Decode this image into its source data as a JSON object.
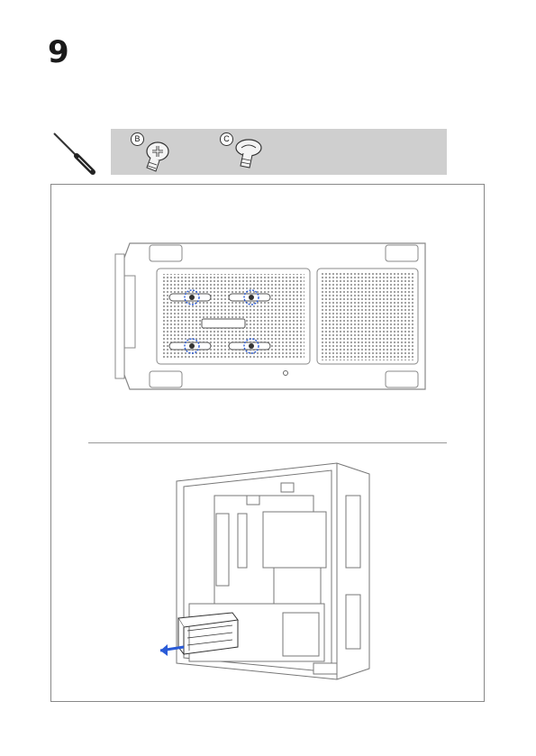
{
  "step": {
    "number": "9"
  },
  "tools": {
    "screwdriver_icon": "phillips-screwdriver-icon",
    "screws": [
      {
        "letter": "B",
        "icon": "phillips-pan-head-screw-icon"
      },
      {
        "letter": "C",
        "icon": "slotted-thumb-screw-icon"
      }
    ],
    "bar_color": "#cfcfcf"
  },
  "illustration": {
    "top_view": "drive-tray-underside-with-four-marked-screws",
    "bottom_view": "chassis-with-drive-cage-sliding-out",
    "highlight_color": "#2a5bd7",
    "arrow_color": "#2a5bd7"
  }
}
